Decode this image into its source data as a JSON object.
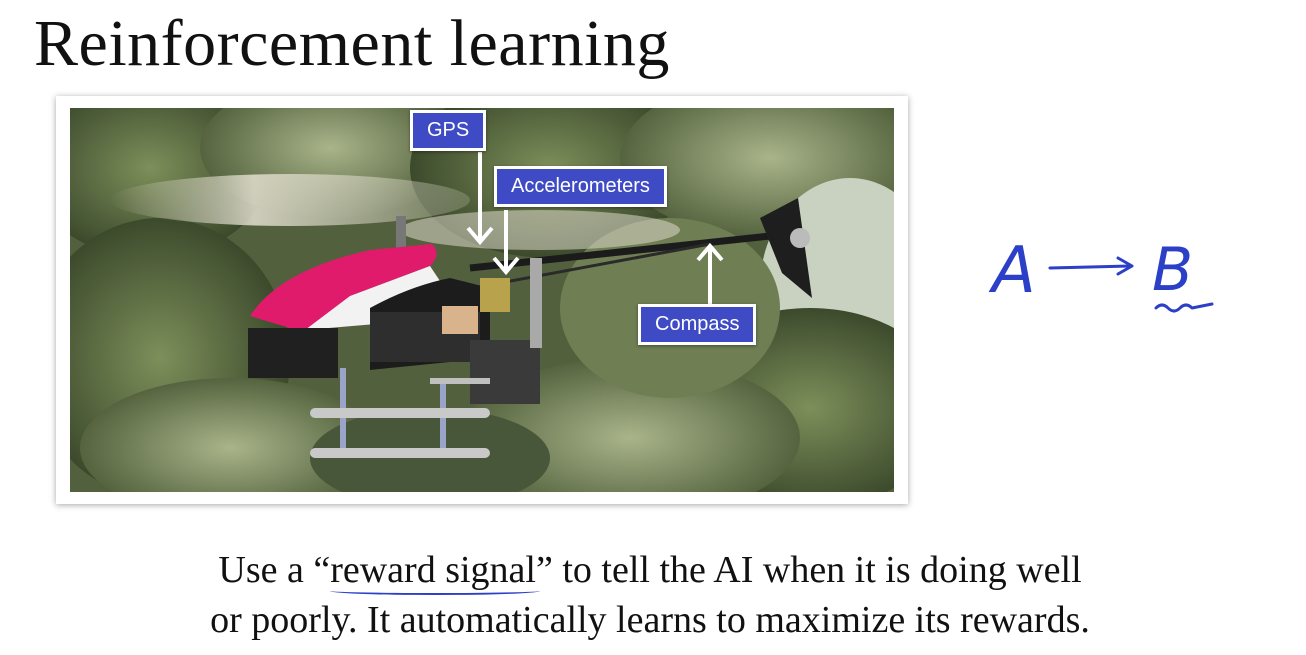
{
  "slide": {
    "title": "Reinforcement learning",
    "photo": {
      "labels": {
        "gps": "GPS",
        "accelerometers": "Accelerometers",
        "compass": "Compass"
      }
    },
    "caption": {
      "pre": "Use a “",
      "highlight": "reward signal",
      "post": "” to tell the AI when it is doing well",
      "line2": "or poorly. It automatically learns to maximize its rewards."
    },
    "annotation": {
      "from": "A",
      "to": "B"
    },
    "colors": {
      "label_bg": "#3f4bc4",
      "ink": "#2c3fc7"
    }
  }
}
